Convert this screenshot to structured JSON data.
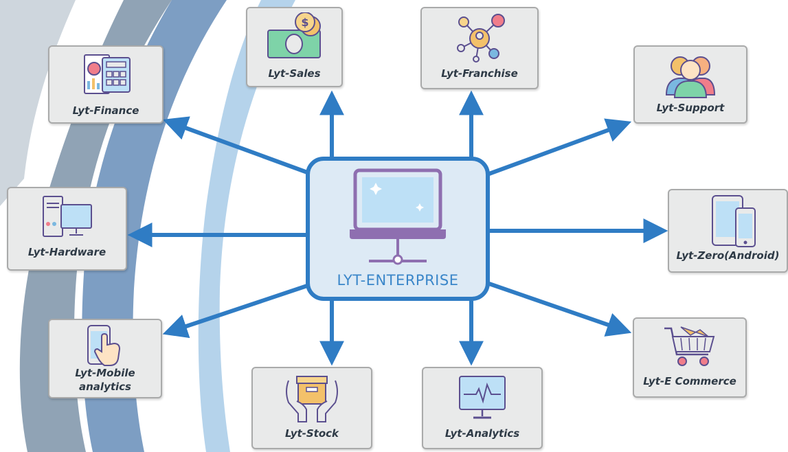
{
  "center": {
    "label": "LYT-ENTERPRISE",
    "icon": "laptop-network-icon"
  },
  "nodes": {
    "finance": {
      "label": "Lyt-Finance",
      "icon": "finance-calculator-icon"
    },
    "sales": {
      "label": "Lyt-Sales",
      "icon": "money-dollar-icon"
    },
    "franchise": {
      "label": "Lyt-Franchise",
      "icon": "network-people-icon"
    },
    "support": {
      "label": "Lyt-Support",
      "icon": "group-people-icon"
    },
    "hardware": {
      "label": "Lyt-Hardware",
      "icon": "desktop-computer-icon"
    },
    "zero": {
      "label": "Lyt-Zero(Android)",
      "icon": "tablet-phone-icon"
    },
    "mobile": {
      "label_line1": "Lyt-Mobile",
      "label_line2": "analytics",
      "icon": "phone-touch-icon"
    },
    "stock": {
      "label": "Lyt-Stock",
      "icon": "box-hands-icon"
    },
    "analytics": {
      "label": "Lyt-Analytics",
      "icon": "monitor-pulse-icon"
    },
    "ecommerce": {
      "label": "Lyt-E Commerce",
      "icon": "shopping-cart-icon"
    }
  },
  "colors": {
    "arrow": "#2f7cc4",
    "center_border": "#2f7cc4",
    "center_fill": "#ddeaf5",
    "box_fill": "#e9eaea",
    "box_border": "#a9aaaa",
    "label": "#2e3a46"
  }
}
